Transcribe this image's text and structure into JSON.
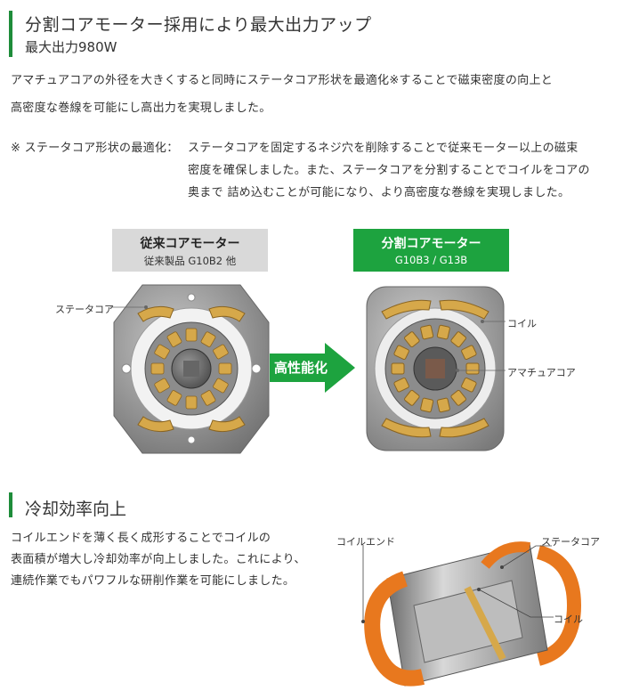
{
  "section1": {
    "title": "分割コアモーター採用により最大出力アップ",
    "subtitle": "最大出力980W",
    "para_line1": "アマチュアコアの外径を大きくすると同時にステータコア形状を最適化※することで磁束密度の向上と",
    "para_line2": "高密度な巻線を可能にし高出力を実現しました。",
    "note_label": "※ ステータコア形状の最適化：",
    "note_line1": "ステータコアを固定するネジ穴を削除することで従来モーター以上の磁束",
    "note_line2": "密度を確保しました。また、ステータコアを分割することでコイルをコアの",
    "note_line3": "奥まで 詰め込むことが可能になり、より高密度な巻線を実現しました。"
  },
  "comparison": {
    "old_title": "従来コアモーター",
    "old_sub": "従来製品 G10B2 他",
    "new_title": "分割コアモーター",
    "new_sub": "G10B3 / G13B",
    "arrow_label": "高性能化",
    "callout_stator": "ステータコア",
    "callout_coil": "コイル",
    "callout_armature": "アマチュアコア",
    "colors": {
      "green": "#1da33f",
      "gray_box": "#d9d9d9",
      "coil": "#d6a84a",
      "steel": "#8e8e8e"
    }
  },
  "section2": {
    "title": "冷却効率向上",
    "para_line1": "コイルエンドを薄く長く成形することでコイルの",
    "para_line2": "表面積が増大し冷却効率が向上しました。これにより、",
    "para_line3": "連続作業でもパワフルな研削作業を可能にしました。",
    "callout_coil_end": "コイルエンド",
    "callout_stator": "ステータコア",
    "callout_coil": "コイル",
    "colors": {
      "orange": "#e8781e"
    }
  }
}
